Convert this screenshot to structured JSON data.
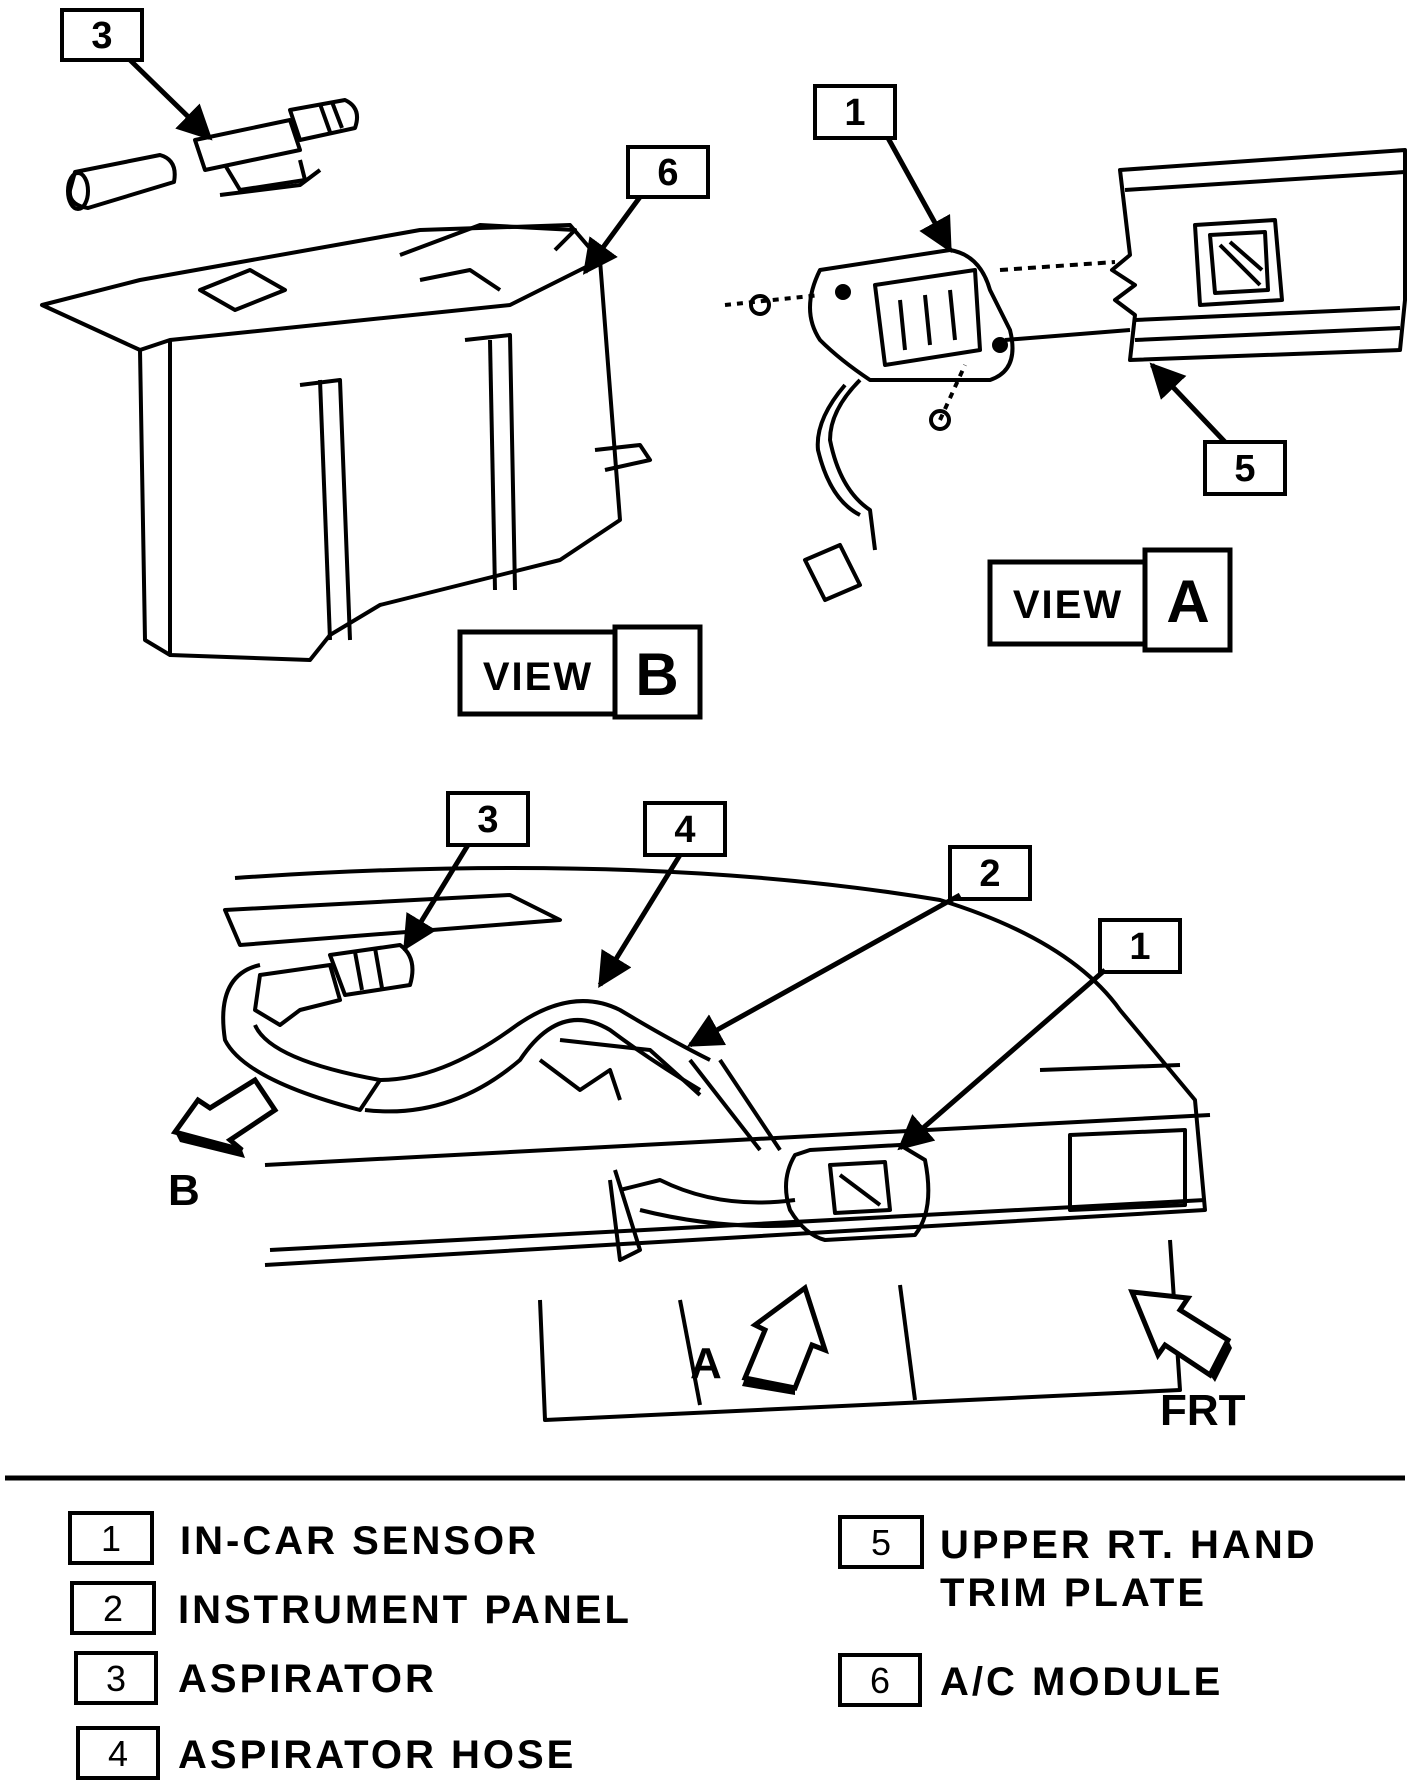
{
  "callouts": {
    "viewB_aspirator": "3",
    "viewB_module": "6",
    "viewA_sensor": "1",
    "viewA_trim": "5",
    "main_aspirator": "3",
    "main_hose": "4",
    "main_panel": "2",
    "main_sensor": "1"
  },
  "views": {
    "a": {
      "word": "VIEW",
      "letter": "A"
    },
    "b": {
      "word": "VIEW",
      "letter": "B"
    }
  },
  "direction_labels": {
    "b": "B",
    "a": "A",
    "front": "FRT"
  },
  "legend": [
    {
      "num": "1",
      "text": "IN-CAR SENSOR"
    },
    {
      "num": "2",
      "text": "INSTRUMENT PANEL"
    },
    {
      "num": "3",
      "text": "ASPIRATOR"
    },
    {
      "num": "4",
      "text": "ASPIRATOR HOSE"
    },
    {
      "num": "5",
      "text_line1": "UPPER RT. HAND",
      "text_line2": "TRIM PLATE"
    },
    {
      "num": "6",
      "text": "A/C MODULE"
    }
  ]
}
